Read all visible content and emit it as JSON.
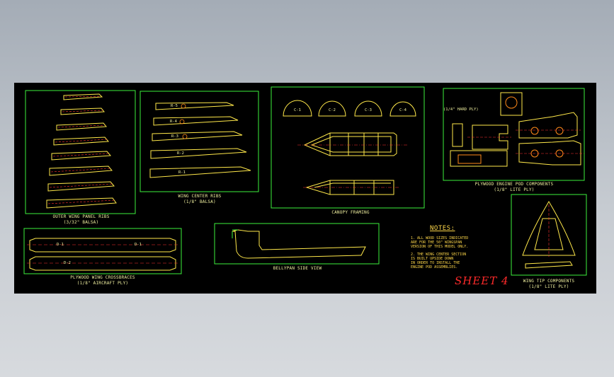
{
  "sheet": {
    "title": "SHEET 4",
    "sections": {
      "outer_ribs": {
        "title_line1": "OUTER WING PANEL RIBS",
        "title_line2": "(3/32\" BALSA)"
      },
      "center_ribs": {
        "title_line1": "WING CENTER RIBS",
        "title_line2": "(1/8\" BALSA)",
        "rib_labels": [
          "R-5",
          "R-4",
          "R-3",
          "R-2",
          "R-1"
        ]
      },
      "canopy": {
        "title_line1": "CANOPY FRAMING",
        "former_labels": [
          "C-1",
          "C-2",
          "C-3",
          "C-4"
        ]
      },
      "engine_pod": {
        "title_line1": "PLYWOOD ENGINE POD COMPONENTS",
        "title_line2": "(1/8\" LITE PLY)",
        "hard_ply_note": "(1/4\" HARD PLY)"
      },
      "crossbraces": {
        "title_line1": "PLYWOOD WING CROSSBRACES",
        "title_line2": "(1/8\" AIRCRAFT PLY)",
        "part_labels": [
          "D-1",
          "D-1",
          "D-2"
        ]
      },
      "bellypan": {
        "title_line1": "BELLYPAN SIDE VIEW"
      },
      "wing_tip": {
        "title_line1": "WING TIP COMPONENTS",
        "title_line2": "(1/8\" LITE PLY)"
      }
    },
    "notes": {
      "title": "NOTES:",
      "items": [
        "1. ALL WOOD SIZES INDICATED",
        "   ARE FOR THE 50\" WINGSPAN",
        "   VERSION OF THIS MODEL ONLY.",
        "2. THE WING CENTER SECTION",
        "   IS BUILT UPSIDE DOWN",
        "   IN ORDER TO INSTALL THE",
        "   ENGINE POD ASSEMBLIES."
      ]
    },
    "colors": {
      "frame": "#3cf03c",
      "part": "#ffe84a",
      "hole": "#ff8a1a",
      "centerline": "#ff3030",
      "accent": "#ff2a2a"
    }
  }
}
